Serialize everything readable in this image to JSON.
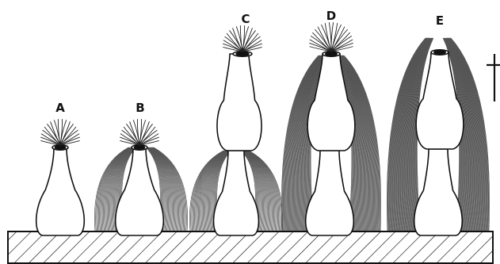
{
  "labels": {
    "a": "A",
    "b": "B",
    "c": "C",
    "d": "D",
    "e": "E"
  },
  "colors": {
    "ink": "#111111",
    "fiber": "#555555",
    "background": "#ffffff"
  },
  "icons": {
    "scale_bar": "scale-bar-icon"
  }
}
